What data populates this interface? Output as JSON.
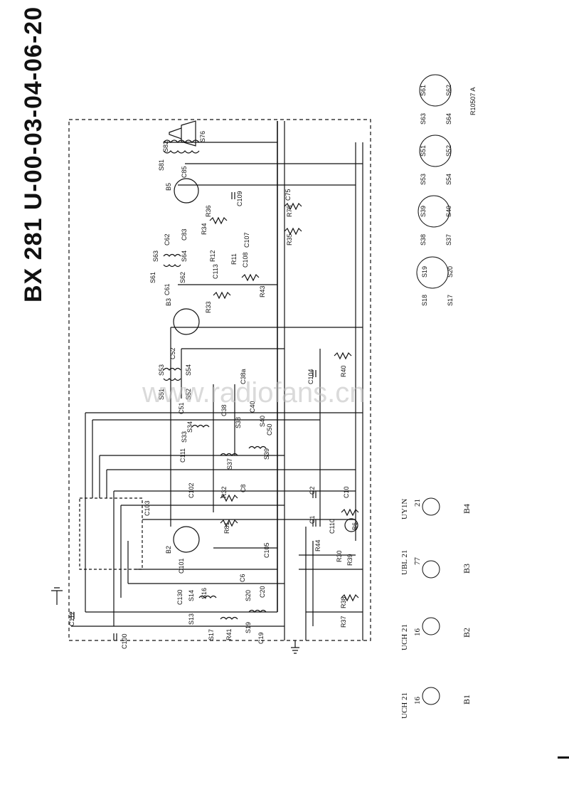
{
  "title": "BX 281 U-00-03-04-06-20",
  "watermark": "www.radiofans.cn",
  "schematic_ref": "R10507 A",
  "tubes": [
    {
      "id": "B1",
      "type": "UCH 21",
      "code": "16"
    },
    {
      "id": "B2",
      "type": "UCH 21",
      "code": "16"
    },
    {
      "id": "B3",
      "type": "UBL 21",
      "code": "77"
    },
    {
      "id": "B4",
      "type": "UY1N",
      "code": "21"
    }
  ],
  "components": {
    "resistors": [
      "R11",
      "R12",
      "R30",
      "R32",
      "R33",
      "R34",
      "R35",
      "R36",
      "R37",
      "R38",
      "R39",
      "R40",
      "R41",
      "R43",
      "R44",
      "R75",
      "R81"
    ],
    "capacitors": [
      "C1",
      "C2",
      "C6",
      "C8",
      "C10",
      "C19",
      "C20",
      "C38",
      "C38a",
      "C40",
      "C50",
      "C51",
      "C52",
      "C61",
      "C62",
      "C75",
      "C83",
      "C85",
      "C100",
      "C101",
      "C102",
      "C103",
      "C104",
      "C105",
      "C107",
      "C108",
      "C109",
      "C110",
      "C111",
      "C112",
      "C113",
      "C130"
    ],
    "coils": [
      "S13",
      "S14",
      "S16",
      "S17",
      "S19",
      "S20",
      "S33",
      "S34",
      "S37",
      "S38",
      "S39",
      "S40",
      "S51",
      "S52",
      "S53",
      "S54",
      "S61",
      "S62",
      "S63",
      "S64",
      "S76",
      "S81",
      "S82"
    ],
    "tube_refs": [
      "B2",
      "B3",
      "B5",
      "B6"
    ]
  },
  "coil_details": [
    {
      "labels": [
        "S18",
        "S17",
        "S19",
        "S20"
      ]
    },
    {
      "labels": [
        "S38",
        "S37",
        "S39",
        "S40"
      ]
    },
    {
      "labels": [
        "S53",
        "S54",
        "S51",
        "S52"
      ]
    },
    {
      "labels": [
        "S63",
        "S64",
        "S61",
        "S62"
      ]
    }
  ],
  "colors": {
    "ink": "#111111",
    "watermark": "#bdbdbd",
    "paper": "#ffffff"
  }
}
